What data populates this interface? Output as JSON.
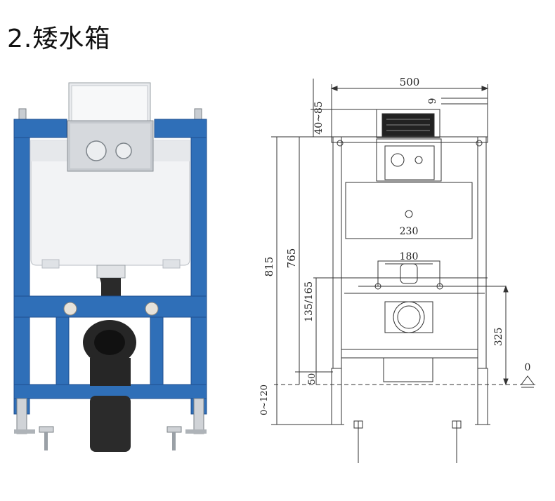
{
  "title": "2.矮水箱",
  "dimensions": {
    "width": "500",
    "top_small": "9",
    "top_range": "40~85",
    "height_total": "815",
    "height_inner": "765",
    "fix_range": "135/165",
    "base": "50",
    "adjust": "0~120",
    "spacing_230": "230",
    "spacing_180": "180",
    "height_325": "325",
    "zero_level": "0"
  },
  "colors": {
    "frame_blue": "#2f6fb8",
    "frame_blue_dark": "#1f4f8f",
    "tank_white": "#f2f3f5",
    "pipe_black": "#222222",
    "line": "#333333"
  }
}
